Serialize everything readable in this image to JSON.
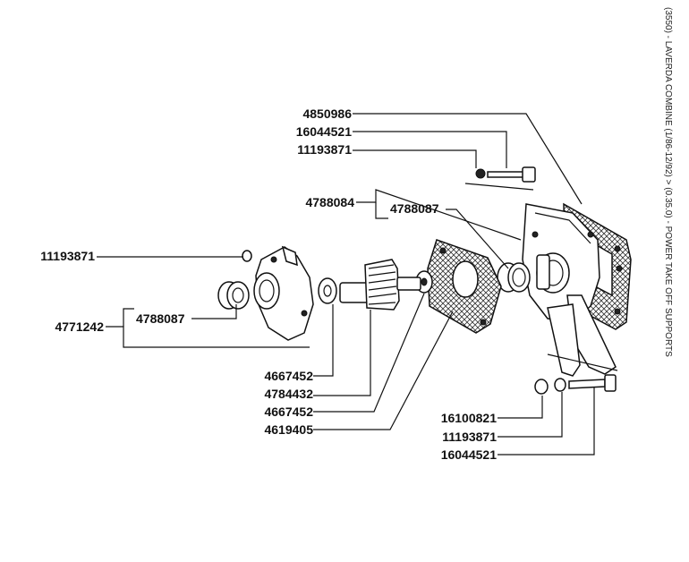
{
  "header": {
    "side_title": "(3550) - LAVERDA COMBINE (1/86-12/92) > (0.35.0) - POWER TAKE OFF SUPPORTS"
  },
  "parts": {
    "p1": "4850986",
    "p2": "16044521",
    "p3": "11193871",
    "p4": "4788084",
    "p5": "4788087",
    "p6": "11193871",
    "p7": "4771242",
    "p8": "4788087",
    "p9": "4667452",
    "p10": "4784432",
    "p11": "4667452",
    "p12": "4619405",
    "p13": "16100821",
    "p14": "11193871",
    "p15": "16044521"
  }
}
